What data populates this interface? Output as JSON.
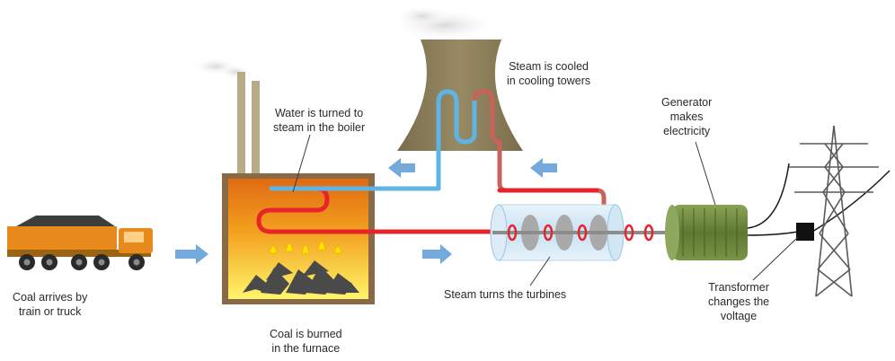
{
  "labels": {
    "coal_arrives": [
      "Coal arrives by",
      "train or truck"
    ],
    "water_steam": [
      "Water is turned to",
      "steam in the boiler"
    ],
    "steam_cooled": [
      "Steam is cooled",
      "in cooling towers"
    ],
    "generator": [
      "Generator",
      "makes",
      "electricity"
    ],
    "coal_burned": [
      "Coal is burned",
      "in the furnace"
    ],
    "turbines": [
      "Steam turns the turbines"
    ],
    "transformer": [
      "Transformer",
      "changes the",
      "voltage"
    ]
  },
  "colors": {
    "furnace_orange": "#f08a1e",
    "furnace_yellow": "#fff200",
    "hot_pipe": "#e8242b",
    "cool_pipe": "#5fb4e6",
    "tower": "#8b7d5a",
    "generator": "#6e8a3c",
    "truck": "#e8891c",
    "flow_arrow": "#5b9bd5"
  }
}
